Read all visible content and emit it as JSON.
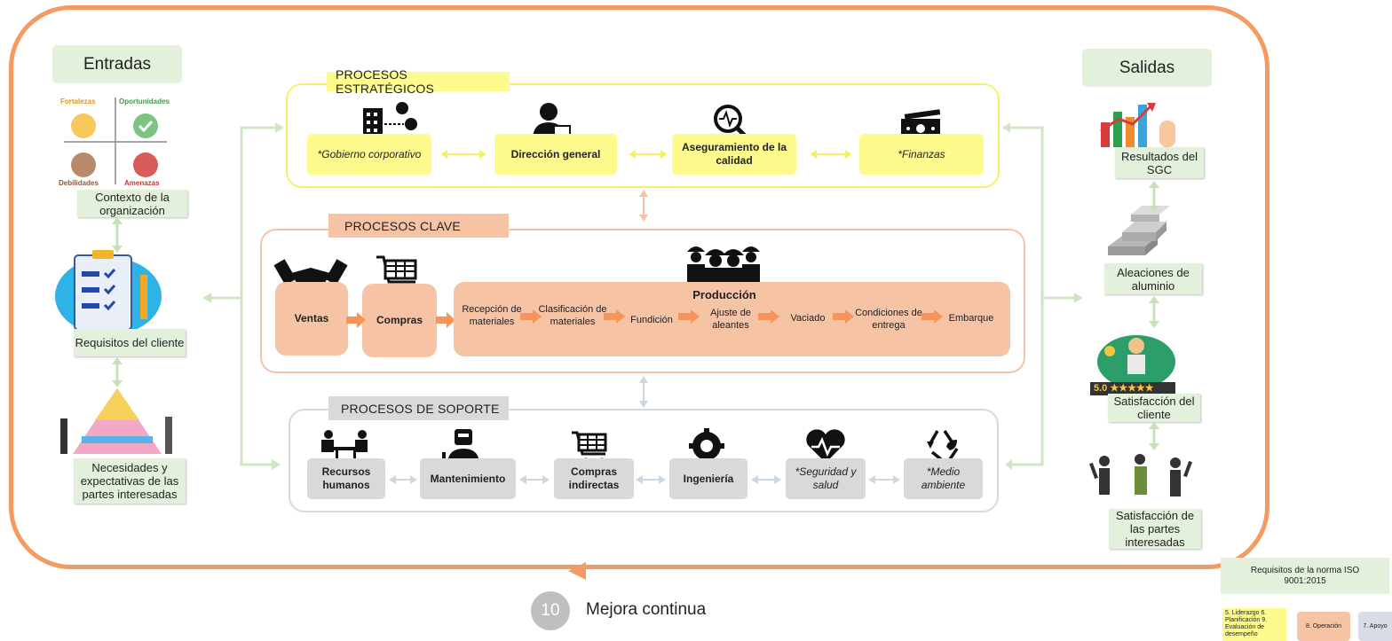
{
  "left": {
    "header": "Entradas",
    "swot": {
      "tl": "Fortalezas",
      "tr": "Oportunidades",
      "bl": "Debilidades",
      "br": "Amenazas"
    },
    "items": [
      "Contexto de la organización",
      "Requisitos del cliente",
      "Necesidades y expectativas de las partes interesadas"
    ]
  },
  "right": {
    "header": "Salidas",
    "items": [
      "Resultados del SGC",
      "Aleaciones de aluminio",
      "Satisfacción del cliente",
      "Satisfacción de las partes interesadas"
    ],
    "rating": "5.0 ★★★★★"
  },
  "strategic": {
    "title": "PROCESOS ESTRATÉGICOS",
    "boxes": [
      "*Gobierno corporativo",
      "Dirección general",
      "Aseguramiento de la calidad",
      "*Finanzas"
    ]
  },
  "key": {
    "title": "PROCESOS CLAVE",
    "ventas": "Ventas",
    "compras": "Compras",
    "produccion": "Producción",
    "steps": [
      "Recepción de materiales",
      "Clasificación de materiales",
      "Fundición",
      "Ajuste de aleantes",
      "Vaciado",
      "Condiciones de entrega",
      "Embarque"
    ]
  },
  "support": {
    "title": "PROCESOS DE SOPORTE",
    "boxes": [
      "Recursos humanos",
      "Mantenimiento",
      "Compras indirectas",
      "Ingeniería",
      "*Seguridad y salud",
      "*Medio ambiente"
    ]
  },
  "footer": {
    "number": "10",
    "label": "Mejora continua"
  },
  "legend": {
    "title": "Requisitos de la norma ISO 9001:2015",
    "yellow": "5. Liderazgo 6. Planificación 9. Evaluación de desempeño",
    "peach": "8. Operación",
    "gray": "7. Apoyo"
  },
  "colors": {
    "frame": "#f59a62",
    "strategic": "#fdfb8d",
    "key": "#f6c3a5",
    "support": "#d9d9d9",
    "io": "#e3f1dc"
  }
}
